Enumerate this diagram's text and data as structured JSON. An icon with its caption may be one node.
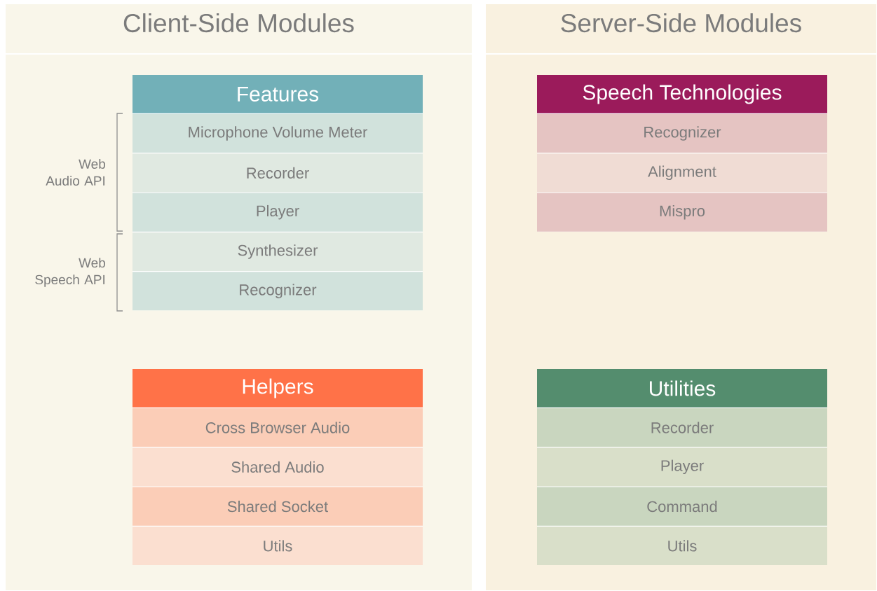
{
  "diagram": {
    "nodes": [
      {
        "text": [
          "Client-Side Modules"
        ]
      },
      {
        "text": [
          "Features"
        ],
        "in": 0
      },
      {
        "text": [
          "Microphone Volume Meter"
        ],
        "in": 0
      },
      {
        "text": [
          "Recorder"
        ],
        "in": 0
      },
      {
        "text": [
          "Player"
        ],
        "in": 0
      },
      {
        "text": [
          "Synthesizer"
        ],
        "in": 0
      },
      {
        "text": [
          "Recognizer"
        ],
        "in": 0
      },
      {
        "text": [
          "Helpers"
        ],
        "in": 0
      },
      {
        "text": [
          "Cross Browser Audio"
        ],
        "in": 0
      },
      {
        "text": [
          "Shared Audio"
        ],
        "in": 0
      },
      {
        "text": [
          "Shared Socket"
        ],
        "in": 0
      },
      {
        "text": [
          "Utils"
        ],
        "in": 0
      },
      {
        "text": [
          "Server-Side Modules"
        ]
      },
      {
        "text": [
          "Speech Technologies"
        ],
        "in": 12
      },
      {
        "text": [
          "Recognizer"
        ],
        "in": 12
      },
      {
        "text": [
          "Alignment"
        ],
        "in": 12
      },
      {
        "text": [
          "Mispro"
        ],
        "in": 12
      },
      {
        "text": [
          "Utilities"
        ],
        "in": 12
      },
      {
        "text": [
          "Recorder"
        ],
        "in": 12
      },
      {
        "text": [
          "Player"
        ],
        "in": 12
      },
      {
        "text": [
          "Command"
        ],
        "in": 12
      },
      {
        "text": [
          "Utils"
        ],
        "in": 12
      }
    ],
    "labels": [
      "Web Audio API",
      "Web Speech API"
    ]
  }
}
